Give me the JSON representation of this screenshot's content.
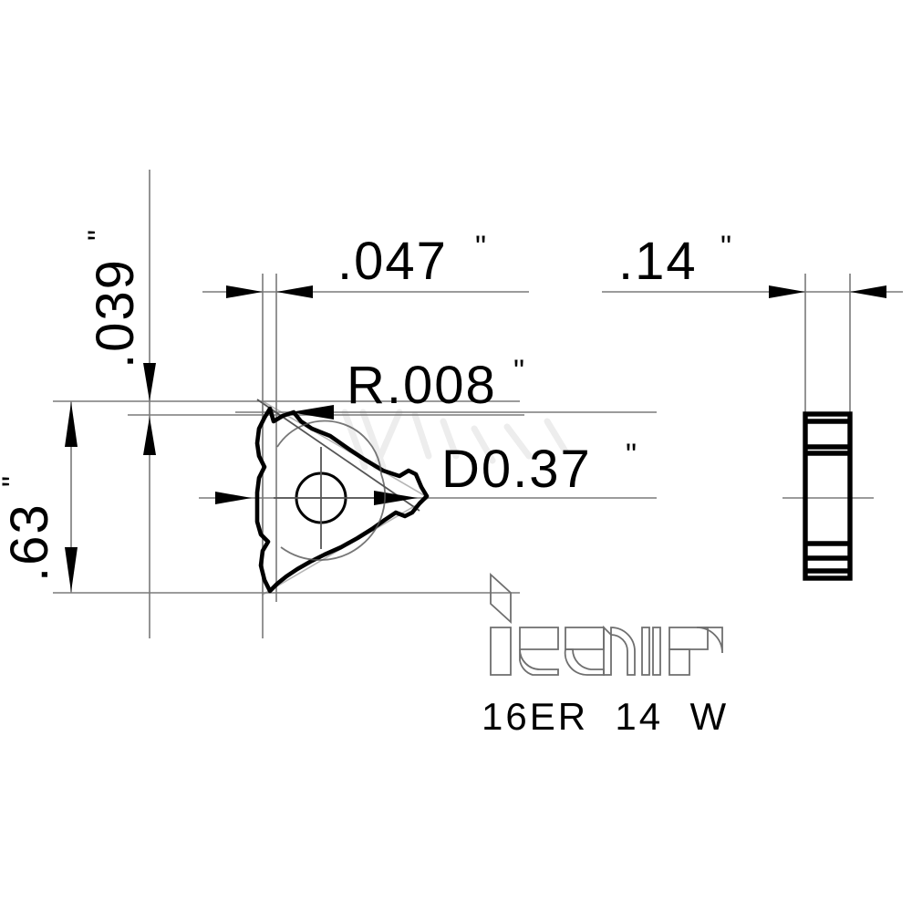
{
  "drawing": {
    "title": "ISCAR indexable threading insert dimensioned drawing",
    "background_color": "#ffffff",
    "line_color": "#000000",
    "thin_line_color": "#7a7a7a",
    "watermark_color": "#ededed"
  },
  "dimensions": {
    "height_overall": {
      "value": ".63",
      "unit": "\"",
      "orientation": "vertical-rotated",
      "description": "overall inscribed circle / insert height"
    },
    "thickness_top": {
      "value": ".039",
      "unit": "\"",
      "orientation": "vertical-rotated",
      "description": "corner chamfer offset"
    },
    "width_left": {
      "value": ".047",
      "unit": "\"",
      "orientation": "horizontal",
      "description": "front view reference width"
    },
    "width_right": {
      "value": ".14",
      "unit": "\"",
      "orientation": "horizontal",
      "description": "insert thickness in side view"
    },
    "corner_radius": {
      "value": "R.008",
      "unit": "\"",
      "orientation": "horizontal",
      "description": "cutting corner radius leader"
    },
    "bore_diameter": {
      "value": "D0.37",
      "unit": "\"",
      "orientation": "horizontal",
      "description": "inscribed circle diameter leader"
    }
  },
  "branding": {
    "logo_name": "iscar-logo",
    "logo_text": "iscar",
    "part_number": "16ER  14  W"
  },
  "views": {
    "front": {
      "name": "front-view-triangular-insert",
      "shape": "triangular threading insert with notched corners and center bore"
    },
    "side": {
      "name": "side-view-insert-thickness",
      "shape": "rectangular profile with chip-groove division lines"
    }
  }
}
